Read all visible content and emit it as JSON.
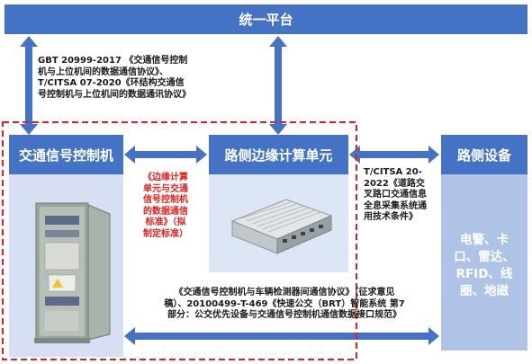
{
  "top_box": {
    "label": "统一平台"
  },
  "left_box": {
    "label": "交通信号控制机"
  },
  "middle_box": {
    "label": "路侧边缘计算单元"
  },
  "right_box": {
    "label": "路侧设备",
    "body_lines": [
      "电警、卡",
      "口、雷达、",
      "RFID、线",
      "圈、地磁"
    ]
  },
  "top_annotation": {
    "lines": [
      "GBT 20999-2017 《交通信号控制",
      "机与上位机间的数据通信协议》、",
      "T/CITSA 07-2020《环结构交通信",
      "号控制机与上位机间的数据通讯协议》"
    ]
  },
  "middle_annotation": {
    "lines": [
      "《边缘计算",
      "单元与交通",
      "信号控制机",
      "的数据通信",
      "标准》（拟",
      "制定标准）"
    ]
  },
  "right_annotation": {
    "lines": [
      "T/CITSA 20-",
      "2022《道路交",
      "叉路口交通信息",
      "全息采集系统通",
      "用技术条件》"
    ]
  },
  "bottom_annotation": {
    "lines": [
      "《交通信号控制机与车辆检测器间通信协议》（征求意见",
      "稿）、20100499-T-469《快速公交（BRT）智能系统 第7",
      "部分：公交优先设备与交通信号控制机通信数据接口规范》"
    ]
  },
  "colors": {
    "header_blue": "#4472c4",
    "panel_light": "#d6e0f2",
    "right_panel": "#aec3e6",
    "dashed_border": "#e0201b",
    "arrow": "#4472c4"
  }
}
